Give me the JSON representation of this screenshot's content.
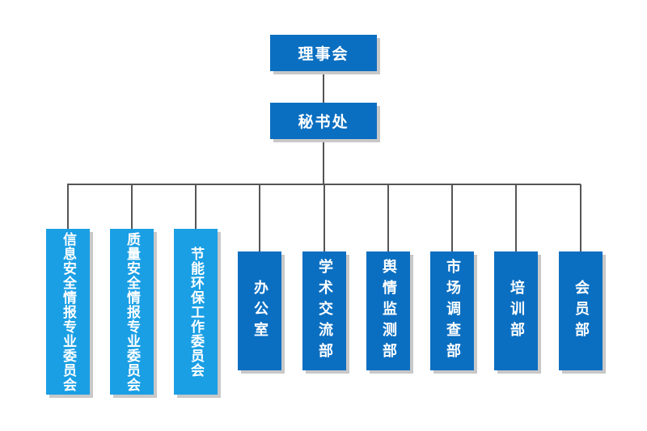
{
  "top": [
    "理事会",
    "秘书处"
  ],
  "committees": [
    "信息安全情报专业委员会",
    "质量安全情报专业委员会",
    "节能环保工作委员会"
  ],
  "departments": [
    "办公室",
    "学术交流部",
    "舆情监测部",
    "市场调查部",
    "培训部",
    "会员部"
  ],
  "colors": {
    "dark": "#0b6fc1",
    "light": "#1a9fe5"
  }
}
